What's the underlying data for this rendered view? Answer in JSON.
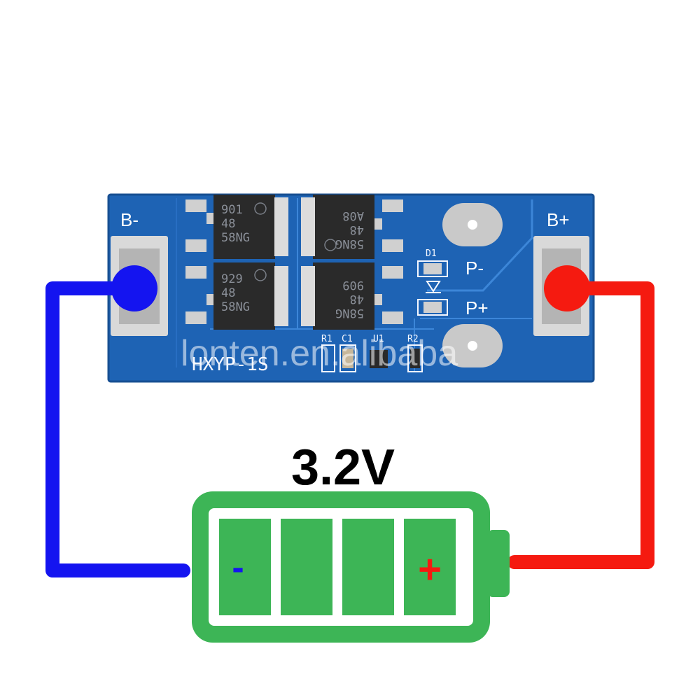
{
  "board": {
    "label_bminus": "B-",
    "label_bplus": "B+",
    "label_pminus": "P-",
    "label_pplus": "P+",
    "label_d1": "D1",
    "label_r1": "R1",
    "label_c1": "C1",
    "label_u1": "U1",
    "label_r2": "R2",
    "model": "HXYP-1S",
    "chip_top_left": [
      "901",
      "48",
      "58NG"
    ],
    "chip_top_right": [
      "58NG",
      "48",
      "A08"
    ],
    "chip_bottom_left": [
      "929",
      "48",
      "58NG"
    ],
    "chip_bottom_right": [
      "58NG",
      "48",
      "909"
    ]
  },
  "watermark": "lonten.en.alibaba",
  "voltage": "3.2V",
  "battery": {
    "minus": "-",
    "plus": "+"
  },
  "colors": {
    "board": "#1e63b4",
    "negative_wire": "#1414f0",
    "positive_wire": "#f51a10",
    "battery": "#3db556"
  }
}
